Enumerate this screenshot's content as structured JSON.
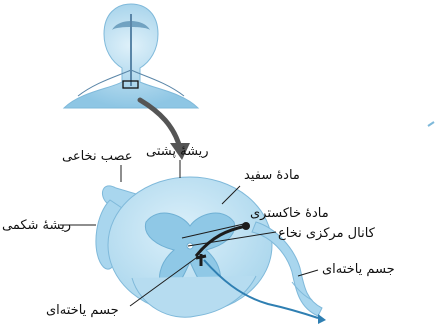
{
  "labels": {
    "spinal_nerve": "عصب نخاعی",
    "dorsal_root": "ریشهٔ پشتی",
    "white_matter": "مادهٔ سفید",
    "gray_matter": "مادهٔ خاکستری",
    "ventral_root": "ریشهٔ شکمی",
    "central_canal": "کانال مرکزی نخاع",
    "cell_body_right": "جسم یاخته‌ای",
    "cell_body_bottom": "جسم یاخته‌ای"
  },
  "colors": {
    "white_matter": "#bfe1f2",
    "gray_matter": "#8fc8e6",
    "nerve": "#a9d6ee",
    "neuron": "#1c1c1c",
    "arrow": "#555555"
  }
}
